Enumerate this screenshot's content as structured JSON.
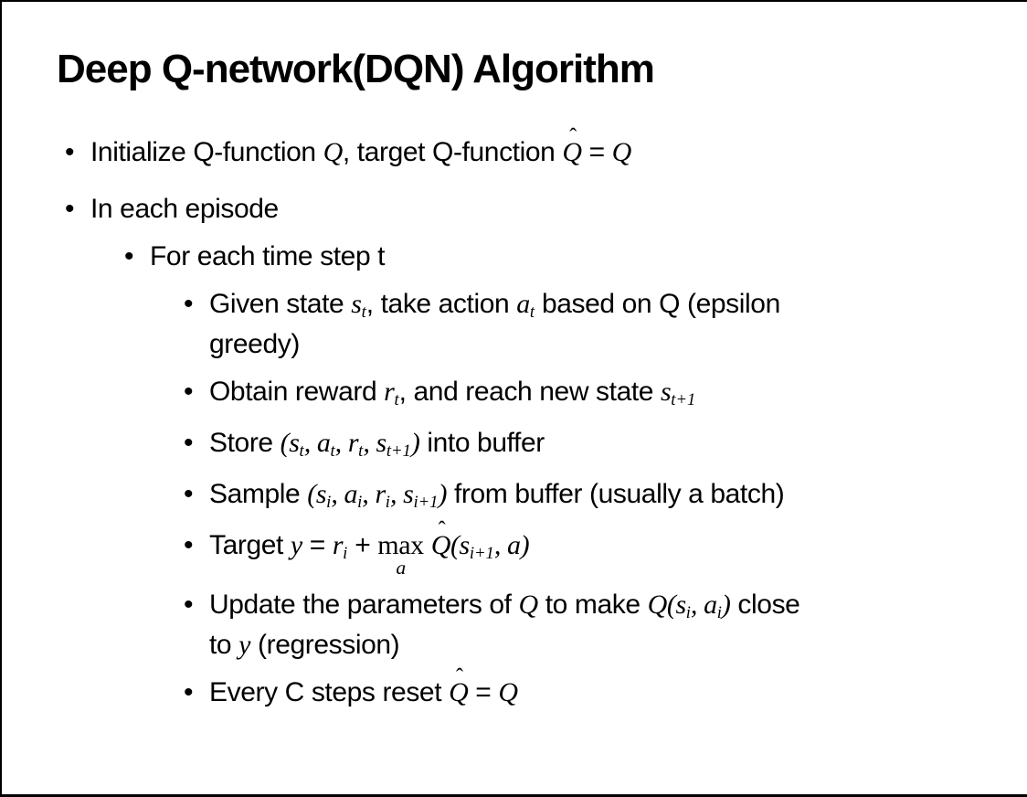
{
  "slide": {
    "title": "Deep Q-network(DQN) Algorithm",
    "bullet_char": "•",
    "hat_char": "ˆ",
    "colors": {
      "background": "#ffffff",
      "text": "#000000",
      "border": "#000000"
    },
    "bullets": [
      {
        "level": 1,
        "lines": [
          [
            {
              "k": "t",
              "x": "Initialize Q-function "
            },
            {
              "k": "m",
              "x": "Q"
            },
            {
              "k": "t",
              "x": ", target Q-function "
            },
            {
              "k": "hat",
              "x": "Q"
            },
            {
              "k": "t",
              "x": " = "
            },
            {
              "k": "m",
              "x": "Q"
            }
          ]
        ]
      },
      {
        "level": 1,
        "lines": [
          [
            {
              "k": "t",
              "x": "In each episode"
            }
          ]
        ]
      },
      {
        "level": 2,
        "lines": [
          [
            {
              "k": "t",
              "x": "For each time step t"
            }
          ]
        ]
      },
      {
        "level": 3,
        "lines": [
          [
            {
              "k": "t",
              "x": "Given state "
            },
            {
              "k": "m",
              "x": "s"
            },
            {
              "k": "sub",
              "x": "t"
            },
            {
              "k": "t",
              "x": ", take action "
            },
            {
              "k": "m",
              "x": "a"
            },
            {
              "k": "sub",
              "x": "t"
            },
            {
              "k": "t",
              "x": " based on Q (epsilon"
            }
          ],
          [
            {
              "k": "t",
              "x": "greedy)"
            }
          ]
        ]
      },
      {
        "level": 3,
        "lines": [
          [
            {
              "k": "t",
              "x": "Obtain reward "
            },
            {
              "k": "m",
              "x": "r"
            },
            {
              "k": "sub",
              "x": "t"
            },
            {
              "k": "t",
              "x": ", and reach new state "
            },
            {
              "k": "m",
              "x": "s"
            },
            {
              "k": "sub",
              "x": "t+1"
            }
          ]
        ]
      },
      {
        "level": 3,
        "lines": [
          [
            {
              "k": "t",
              "x": "Store "
            },
            {
              "k": "m",
              "x": "(s"
            },
            {
              "k": "sub",
              "x": "t"
            },
            {
              "k": "m",
              "x": ", a"
            },
            {
              "k": "sub",
              "x": "t"
            },
            {
              "k": "m",
              "x": ", r"
            },
            {
              "k": "sub",
              "x": "t"
            },
            {
              "k": "m",
              "x": ", s"
            },
            {
              "k": "sub",
              "x": "t+1"
            },
            {
              "k": "m",
              "x": ")"
            },
            {
              "k": "t",
              "x": " into buffer"
            }
          ]
        ]
      },
      {
        "level": 3,
        "lines": [
          [
            {
              "k": "t",
              "x": "Sample "
            },
            {
              "k": "m",
              "x": "(s"
            },
            {
              "k": "sub",
              "x": "i"
            },
            {
              "k": "m",
              "x": ", a"
            },
            {
              "k": "sub",
              "x": "i"
            },
            {
              "k": "m",
              "x": ", r"
            },
            {
              "k": "sub",
              "x": "i"
            },
            {
              "k": "m",
              "x": ", s"
            },
            {
              "k": "sub",
              "x": "i+1"
            },
            {
              "k": "m",
              "x": ")"
            },
            {
              "k": "t",
              "x": " from buffer (usually a batch)"
            }
          ]
        ]
      },
      {
        "level": 3,
        "lines": [
          [
            {
              "k": "t",
              "x": "Target "
            },
            {
              "k": "m",
              "x": "y"
            },
            {
              "k": "t",
              "x": " = "
            },
            {
              "k": "m",
              "x": "r"
            },
            {
              "k": "sub",
              "x": "i"
            },
            {
              "k": "t",
              "x": " + "
            },
            {
              "k": "stack",
              "top": "max",
              "under": "a"
            },
            {
              "k": "t",
              "x": " "
            },
            {
              "k": "hat",
              "x": "Q"
            },
            {
              "k": "m",
              "x": "(s"
            },
            {
              "k": "sub",
              "x": "i+1"
            },
            {
              "k": "m",
              "x": ", a)"
            }
          ]
        ]
      },
      {
        "level": 3,
        "lines": [
          [
            {
              "k": "t",
              "x": "Update the parameters of "
            },
            {
              "k": "m",
              "x": "Q"
            },
            {
              "k": "t",
              "x": " to make "
            },
            {
              "k": "m",
              "x": "Q(s"
            },
            {
              "k": "sub",
              "x": "i"
            },
            {
              "k": "m",
              "x": ", a"
            },
            {
              "k": "sub",
              "x": "i"
            },
            {
              "k": "m",
              "x": ")"
            },
            {
              "k": "t",
              "x": " close"
            }
          ],
          [
            {
              "k": "t",
              "x": "to "
            },
            {
              "k": "m",
              "x": "y"
            },
            {
              "k": "t",
              "x": " (regression)"
            }
          ]
        ]
      },
      {
        "level": 3,
        "lines": [
          [
            {
              "k": "t",
              "x": "Every C steps reset "
            },
            {
              "k": "hat",
              "x": "Q"
            },
            {
              "k": "t",
              "x": " = "
            },
            {
              "k": "m",
              "x": "Q"
            }
          ]
        ]
      }
    ]
  }
}
